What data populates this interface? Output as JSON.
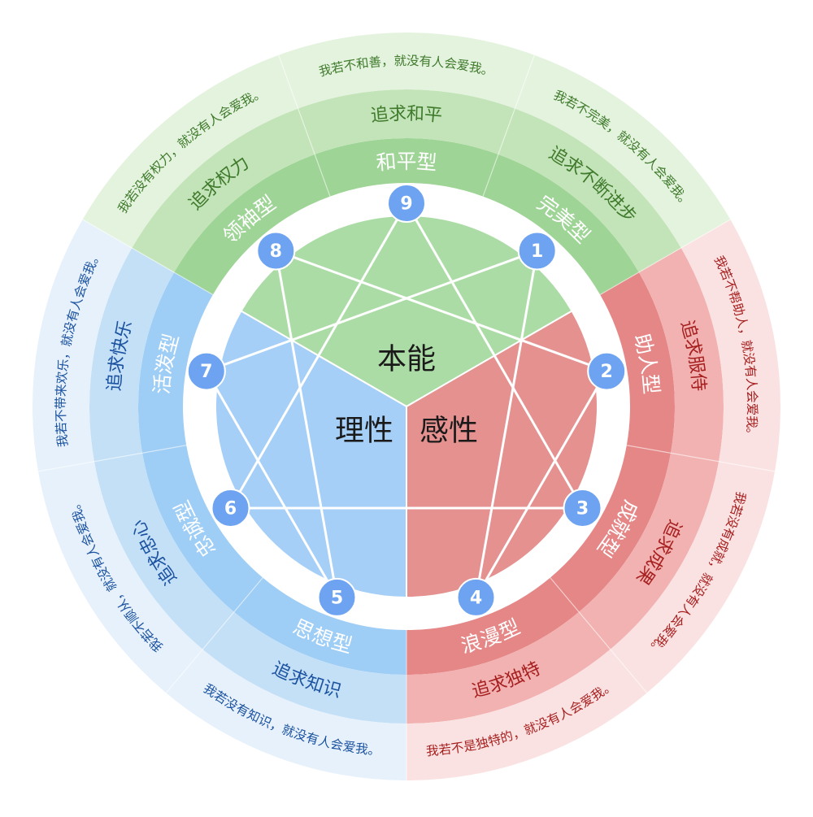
{
  "centers": [
    {
      "id": "instinct",
      "label": "本能"
    },
    {
      "id": "rational",
      "label": "理性"
    },
    {
      "id": "emotional",
      "label": "感性"
    }
  ],
  "types": [
    {
      "num": "1",
      "name": "完美型",
      "pursuit": "追求不断进步",
      "belief": "我若不完美，就没有人会爱我。",
      "group": "green"
    },
    {
      "num": "2",
      "name": "助人型",
      "pursuit": "追求服侍",
      "belief": "我若不帮助人，就没有人会爱我。",
      "group": "red"
    },
    {
      "num": "3",
      "name": "成就型",
      "pursuit": "追求成果",
      "belief": "我若没有成就，就没有人会爱我。",
      "group": "red"
    },
    {
      "num": "4",
      "name": "浪漫型",
      "pursuit": "追求独特",
      "belief": "我若不是独特的，就没有人会爱我。",
      "group": "red"
    },
    {
      "num": "5",
      "name": "思想型",
      "pursuit": "追求知识",
      "belief": "我若没有知识，就没有人会爱我。",
      "group": "blue"
    },
    {
      "num": "6",
      "name": "忠诚型",
      "pursuit": "追求忠心",
      "belief": "我若不顺从，就没有人会爱我。",
      "group": "blue"
    },
    {
      "num": "7",
      "name": "活泼型",
      "pursuit": "追求快乐",
      "belief": "我若不带来欢乐，就没有人会爱我。",
      "group": "blue"
    },
    {
      "num": "8",
      "name": "领袖型",
      "pursuit": "追求权力",
      "belief": "我若没有权力，就没有人会爱我。",
      "group": "green"
    },
    {
      "num": "9",
      "name": "和平型",
      "pursuit": "追求和平",
      "belief": "我若不和善，就没有人会爱我。",
      "group": "green"
    }
  ],
  "palette": {
    "green": {
      "inner": "#acdca6",
      "ring1": "#9ed495",
      "ring2": "#c3e4b8",
      "ring3": "#e4f3de",
      "text": "#3f7a2c"
    },
    "red": {
      "inner": "#e49190",
      "ring1": "#e58787",
      "ring2": "#f2b2b2",
      "ring3": "#fbe2e2",
      "text": "#a61f1f"
    },
    "blue": {
      "inner": "#a5cff7",
      "ring1": "#9ecdf5",
      "ring2": "#c4e0f7",
      "ring3": "#e6f1fb",
      "text": "#1b52a0"
    },
    "node": "#6da3f0"
  }
}
